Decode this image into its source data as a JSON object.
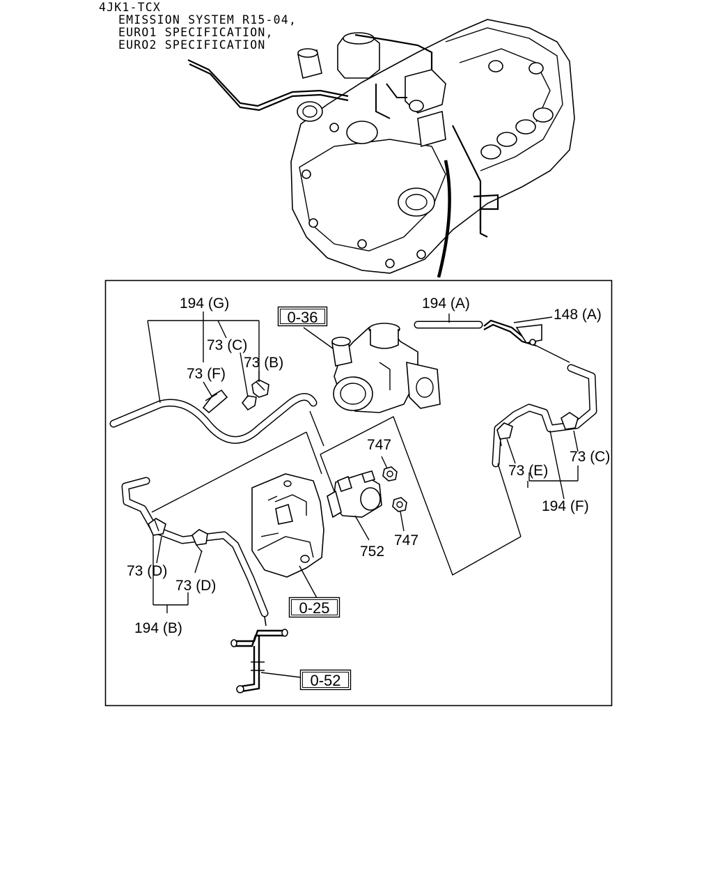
{
  "header": {
    "model": "4JK1-TCX",
    "lines": [
      "EMISSION SYSTEM R15-04,",
      "EURO1 SPECIFICATION,",
      "EURO2 SPECIFICATION"
    ]
  },
  "callouts": {
    "c194G": "194 (G)",
    "c194A": "194 (A)",
    "c148A": "148 (A)",
    "c73C_top": "73 (C)",
    "c73B": "73 (B)",
    "c73F": "73 (F)",
    "c747_top": "747",
    "c747_bot": "747",
    "c752": "752",
    "c73C_right": "73 (C)",
    "c73E": "73 (E)",
    "c194F": "194 (F)",
    "c73D_left": "73 (D)",
    "c73D_right": "73 (D)",
    "c194B": "194 (B)"
  },
  "references": {
    "r036": "0-36",
    "r025": "0-25",
    "r052": "0-52"
  }
}
